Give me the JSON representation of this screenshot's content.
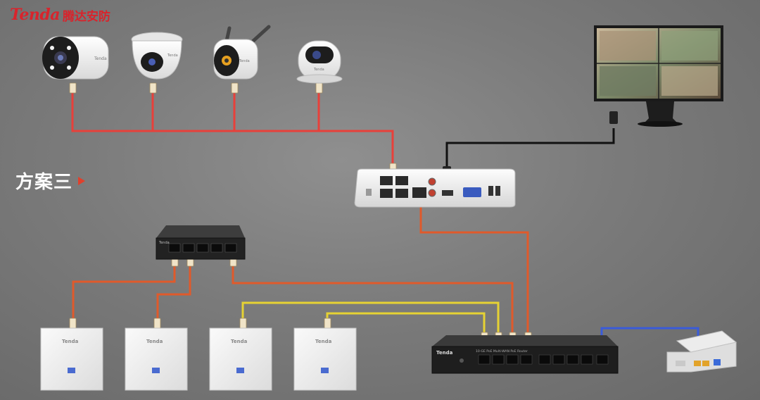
{
  "brand": {
    "logo_text": "Tenda",
    "logo_cn": "腾达安防"
  },
  "scheme_label": "方案三",
  "devices": {
    "camera_logo": "Tenda",
    "panel_ap_logo": "Tenda",
    "switch_logo": "Tenda",
    "router_logo": "Tenda",
    "router_model": "10-GE PoE Multi-WAN PoE Router"
  },
  "colors": {
    "poe_link": "#e05a2b",
    "camera_link": "#e8403a",
    "ap_link": "#e6d233",
    "wan_link": "#3a5bd9",
    "monitor_link": "#111111"
  }
}
